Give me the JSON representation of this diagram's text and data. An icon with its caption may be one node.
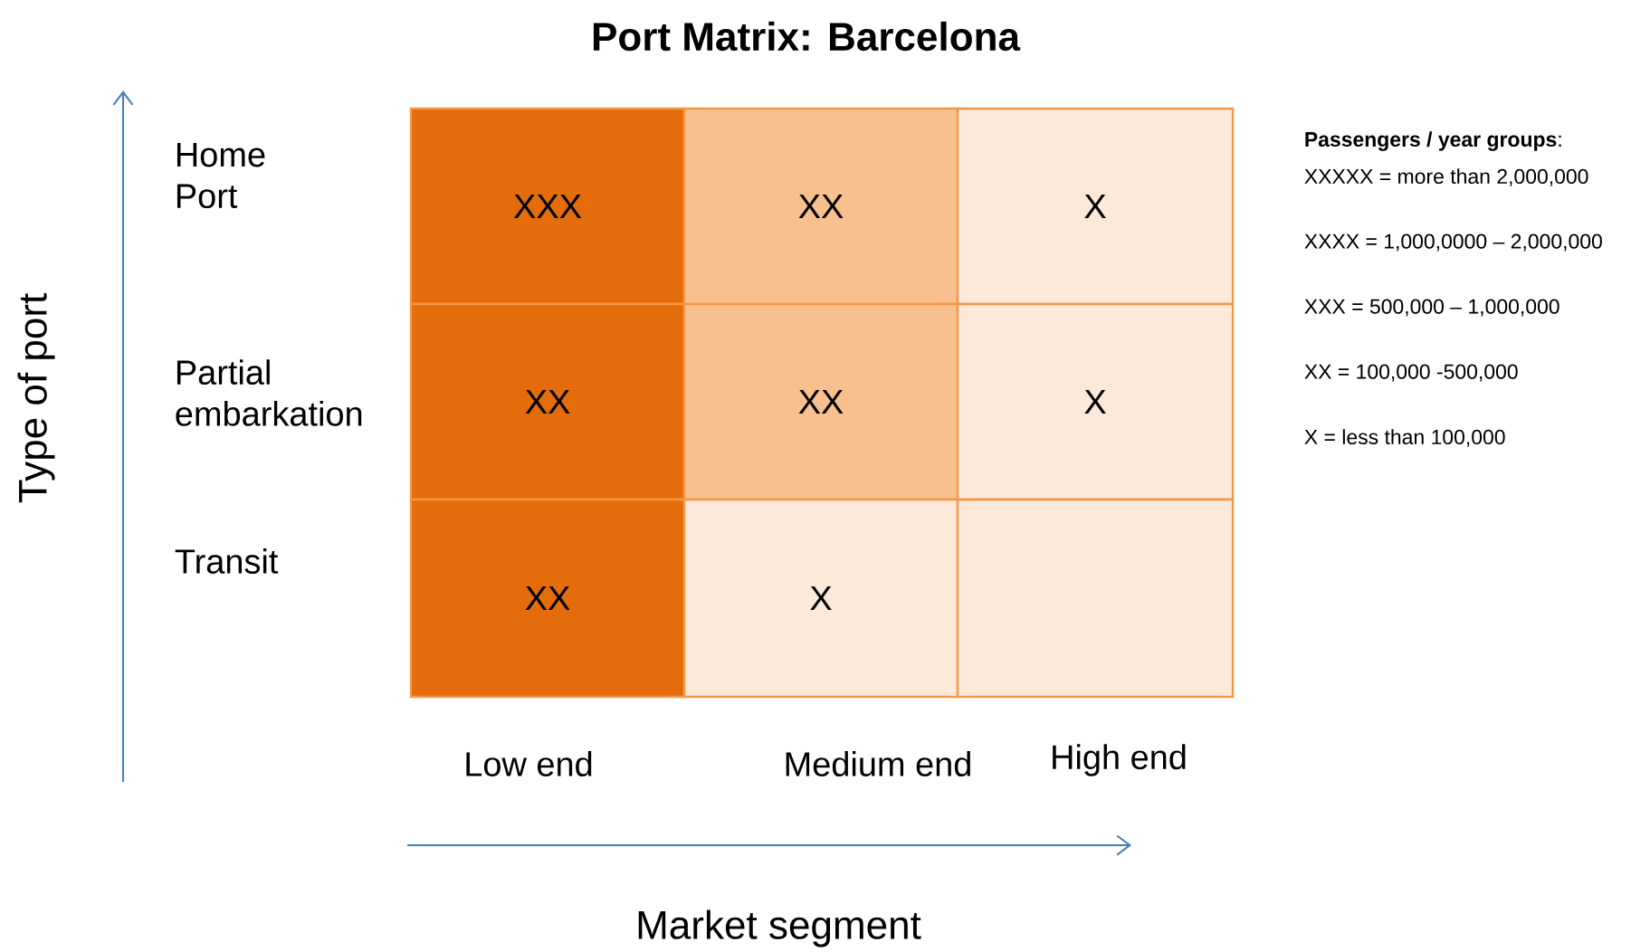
{
  "diagram": {
    "title": "Port Matrix: Barcelona",
    "nodes": [
      {
        "text": [
          "XXX"
        ]
      },
      {
        "text": [
          "XX"
        ]
      },
      {
        "text": [
          "X"
        ]
      },
      {
        "text": [
          "XX"
        ]
      },
      {
        "text": [
          "XX"
        ]
      },
      {
        "text": [
          "X"
        ]
      },
      {
        "text": [
          "XX"
        ]
      },
      {
        "text": [
          "X"
        ]
      },
      {
        "text": [],
        "shape": "box"
      }
    ],
    "edges": [],
    "labels": [
      "Home Port",
      "Partial embarkation",
      "Transit",
      "Low end",
      "Medium end",
      "High end",
      "Type of port",
      "Market segment",
      "**Passengers / year groups**:",
      "XXXXX = more than 2,000,000",
      "XXXX = 1,000,0000 – 2,000,000",
      "XXX = 500,000 – 1,000,000",
      "XX = 100,000 -500,000",
      "X = less than 100,000"
    ]
  }
}
